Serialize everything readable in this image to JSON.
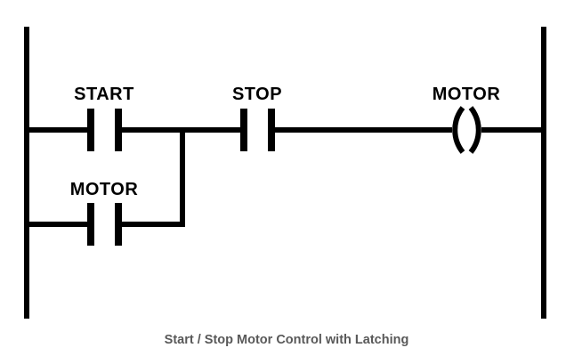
{
  "diagram": {
    "type": "ladder-logic",
    "caption": "Start / Stop Motor Control with Latching",
    "colors": {
      "line": "#000000",
      "caption": "#595959",
      "background": "#ffffff"
    },
    "rung1": {
      "start_contact_label": "START",
      "start_contact_type": "normally-open-contact",
      "stop_contact_label": "STOP",
      "stop_contact_type": "contact",
      "motor_coil_label": "MOTOR",
      "motor_coil_type": "output-coil"
    },
    "latch_branch": {
      "motor_contact_label": "MOTOR",
      "motor_contact_type": "normally-open-contact",
      "function": "seal-in-latching-branch"
    }
  }
}
